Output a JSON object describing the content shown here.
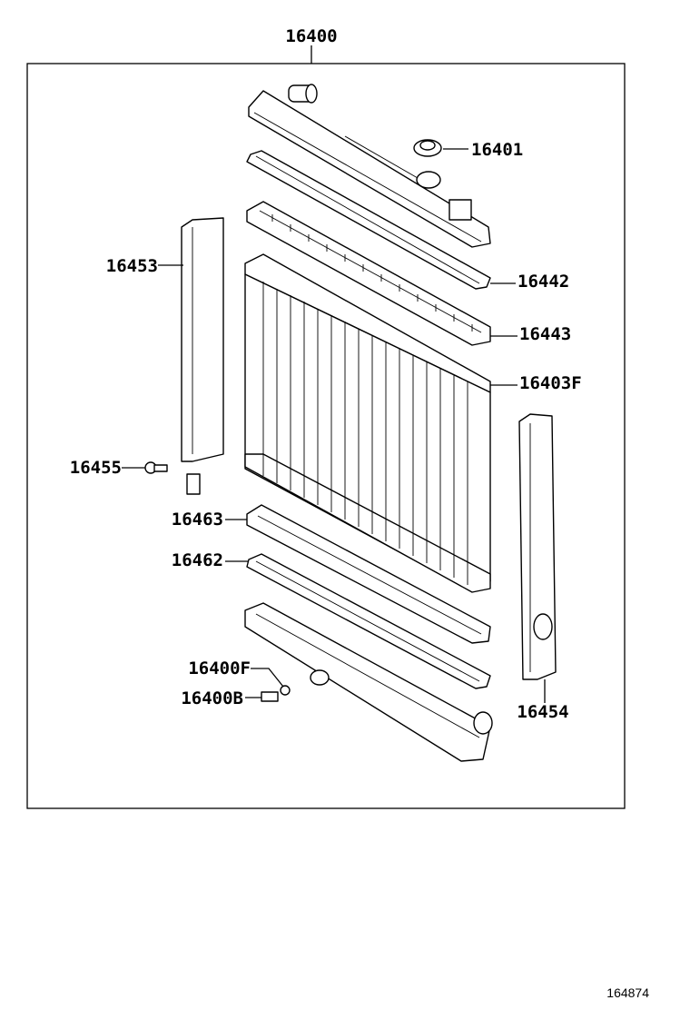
{
  "diagram": {
    "assembly_label": "16400",
    "reference_code": "164874",
    "parts": {
      "radiator_cap": "16401",
      "upper_tank_gasket": "16442",
      "upper_core_plate": "16443",
      "radiator_core": "16403F",
      "left_support": "16453",
      "right_support": "16454",
      "support_bolt": "16455",
      "lower_core_plate": "16463",
      "lower_tank_gasket": "16462",
      "drain_cock_seal": "16400F",
      "drain_cock_plug": "16400B"
    }
  }
}
